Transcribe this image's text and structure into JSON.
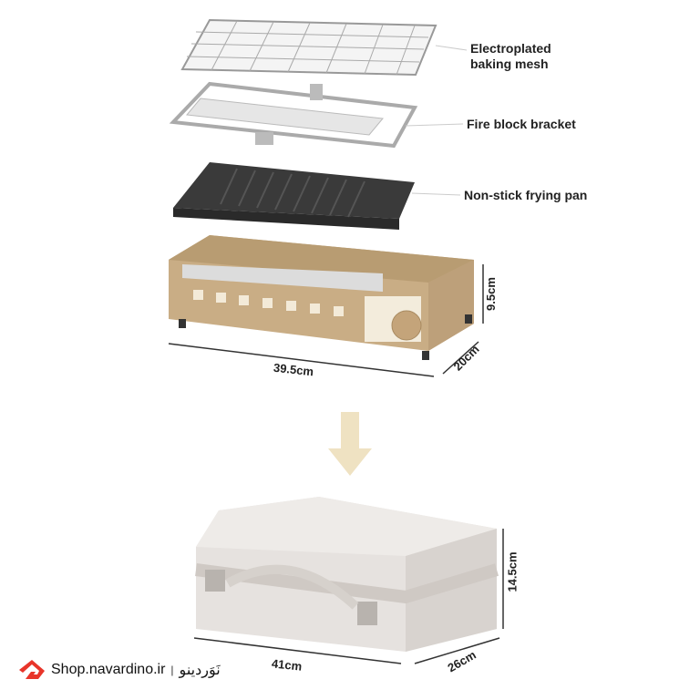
{
  "labels": {
    "mesh": "Electroplated baking mesh",
    "bracket": "Fire block bracket",
    "pan": "Non-stick frying pan"
  },
  "dimensions": {
    "grill_length": "39.5cm",
    "grill_depth": "20cm",
    "grill_height": "9.5cm",
    "case_length": "41cm",
    "case_depth": "26cm",
    "case_height": "14.5cm"
  },
  "brand": {
    "site": "Shop.navardino.ir",
    "separator": "|",
    "name_fa": "نَوَردینو"
  },
  "colors": {
    "grill_body": "#c9ad85",
    "pan": "#3a3a3a",
    "case": "#e6e2df",
    "arrow": "#efe2c2",
    "brand_red": "#e8352a"
  }
}
